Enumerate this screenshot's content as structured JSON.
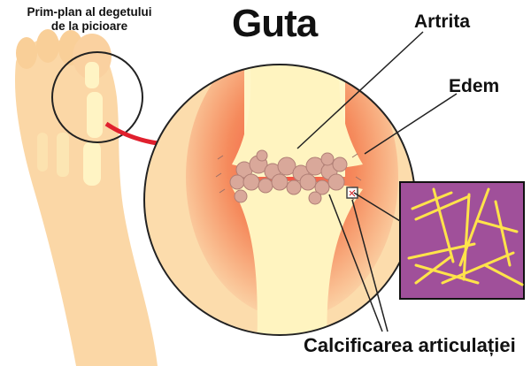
{
  "title": "Guta",
  "closeup_label_line1": "Prim-plan al degetului",
  "closeup_label_line2": "de la picioare",
  "labels": {
    "arthritis": "Artrita",
    "edema": "Edem",
    "calcification": "Calcificarea articulației"
  },
  "colors": {
    "skin": "#fbd9a8",
    "inflammation": "#ee3a3a",
    "bone": "#fff6c8",
    "crystal_background": "#a0509a",
    "crystals": "#ffe34a",
    "arrow": "#e0202e"
  }
}
